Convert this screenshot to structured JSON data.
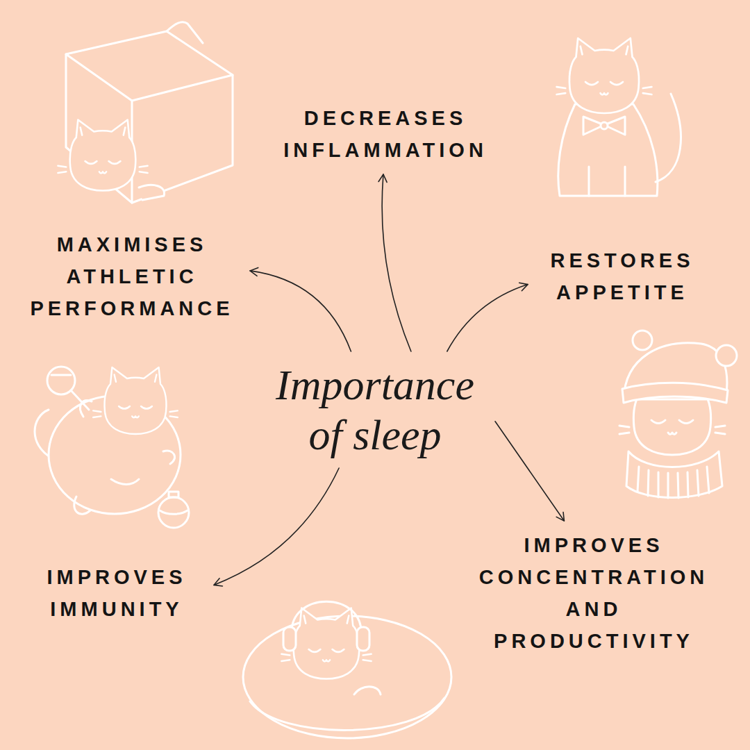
{
  "diagram": {
    "nodes": [
      {
        "text": [
          "Importance of sleep"
        ]
      },
      {
        "text": [
          "DECREASES INFLAMMATION"
        ]
      },
      {
        "text": [
          "RESTORES APPETITE"
        ]
      },
      {
        "text": [
          "IMPROVES CONCENTRATION AND PRODUCTIVITY"
        ]
      },
      {
        "text": [
          "IMPROVES IMMUNITY"
        ]
      },
      {
        "text": [
          "MAXIMISES ATHLETIC PERFORMANCE"
        ]
      }
    ],
    "edges": [
      {
        "from": 0,
        "to": 1,
        "arrow": "to"
      },
      {
        "from": 0,
        "to": 2,
        "arrow": "to"
      },
      {
        "from": 0,
        "to": 3,
        "arrow": "to"
      },
      {
        "from": 0,
        "to": 4,
        "arrow": "to"
      },
      {
        "from": 0,
        "to": 5,
        "arrow": "to"
      }
    ]
  }
}
